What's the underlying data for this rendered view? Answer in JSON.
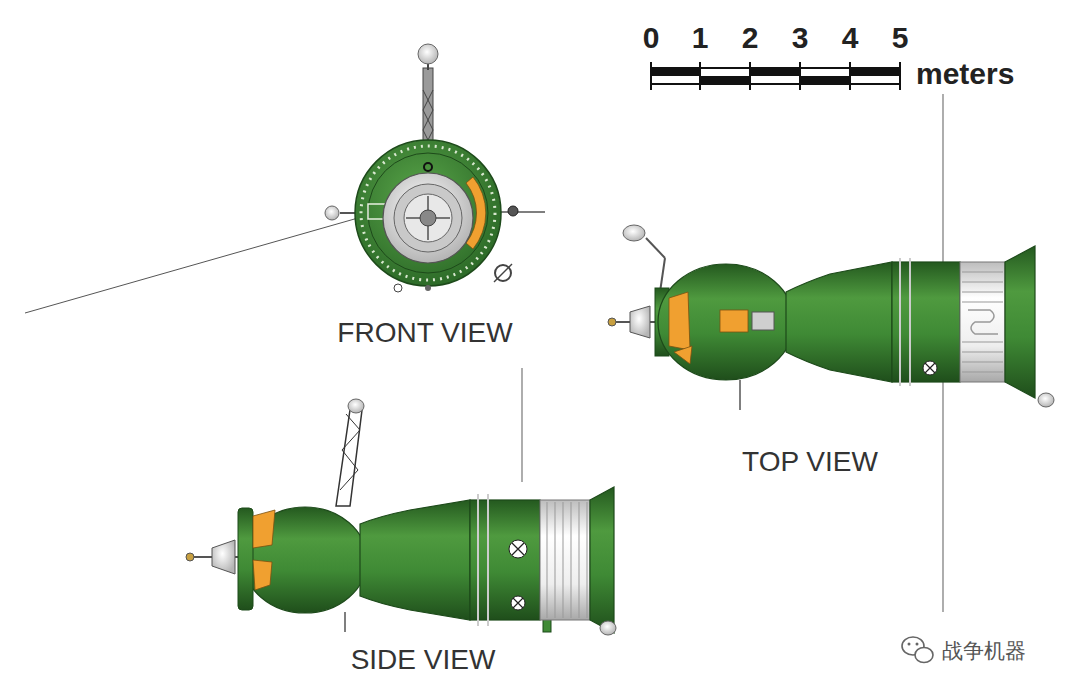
{
  "diagram": {
    "labels": [
      "0",
      "1",
      "2",
      "3",
      "4",
      "5",
      "meters",
      "FRONT VIEW",
      "TOP VIEW",
      "SIDE VIEW",
      "战争机器"
    ]
  }
}
